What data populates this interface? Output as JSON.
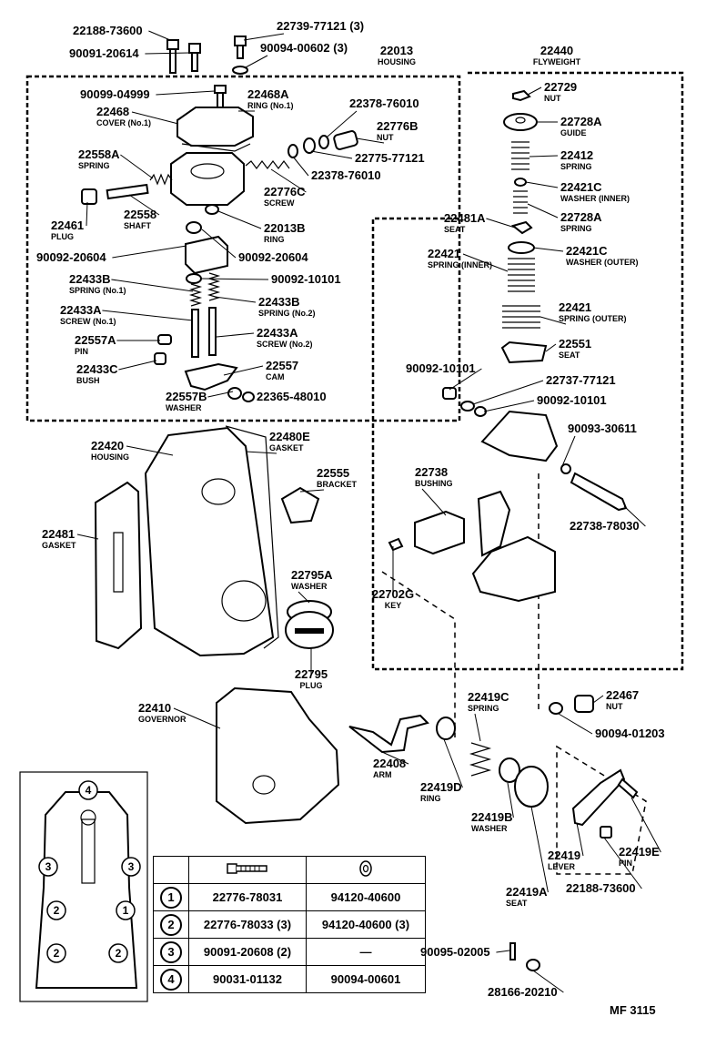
{
  "diagram_code": "MF 3115",
  "labels": [
    {
      "id": "l01",
      "num": "22188-73600",
      "sub": ""
    },
    {
      "id": "l02",
      "num": "90091-20614",
      "sub": ""
    },
    {
      "id": "l03",
      "num": "22739-77121 (3)",
      "sub": ""
    },
    {
      "id": "l04",
      "num": "90094-00602 (3)",
      "sub": ""
    },
    {
      "id": "l05",
      "num": "22013",
      "sub": "HOUSING"
    },
    {
      "id": "l06",
      "num": "22440",
      "sub": "FLYWEIGHT"
    },
    {
      "id": "l07",
      "num": "90099-04999",
      "sub": ""
    },
    {
      "id": "l08",
      "num": "22468A",
      "sub": "RING (No.1)"
    },
    {
      "id": "l09",
      "num": "22468",
      "sub": "COVER (No.1)"
    },
    {
      "id": "l10",
      "num": "22378-76010",
      "sub": ""
    },
    {
      "id": "l11",
      "num": "22776B",
      "sub": "NUT"
    },
    {
      "id": "l12",
      "num": "22775-77121",
      "sub": ""
    },
    {
      "id": "l13",
      "num": "22558A",
      "sub": "SPRING"
    },
    {
      "id": "l14",
      "num": "22378-76010",
      "sub": ""
    },
    {
      "id": "l15",
      "num": "22776C",
      "sub": "SCREW"
    },
    {
      "id": "l16",
      "num": "22461",
      "sub": "PLUG"
    },
    {
      "id": "l17",
      "num": "22558",
      "sub": "SHAFT"
    },
    {
      "id": "l18",
      "num": "22013B",
      "sub": "RING"
    },
    {
      "id": "l19",
      "num": "90092-20604",
      "sub": ""
    },
    {
      "id": "l20",
      "num": "90092-20604",
      "sub": ""
    },
    {
      "id": "l21",
      "num": "90092-10101",
      "sub": ""
    },
    {
      "id": "l22",
      "num": "22433B",
      "sub": "SPRING (No.1)"
    },
    {
      "id": "l23",
      "num": "22433B",
      "sub": "SPRING (No.2)"
    },
    {
      "id": "l24",
      "num": "22433A",
      "sub": "SCREW (No.1)"
    },
    {
      "id": "l25",
      "num": "22433A",
      "sub": "SCREW (No.2)"
    },
    {
      "id": "l26",
      "num": "22557A",
      "sub": "PIN"
    },
    {
      "id": "l27",
      "num": "22433C",
      "sub": "BUSH"
    },
    {
      "id": "l28",
      "num": "22557",
      "sub": "CAM"
    },
    {
      "id": "l29",
      "num": "22557B",
      "sub": "WASHER"
    },
    {
      "id": "l30",
      "num": "22365-48010",
      "sub": ""
    },
    {
      "id": "l31",
      "num": "22729",
      "sub": "NUT"
    },
    {
      "id": "l32",
      "num": "22728A",
      "sub": "GUIDE"
    },
    {
      "id": "l33",
      "num": "22412",
      "sub": "SPRING"
    },
    {
      "id": "l34",
      "num": "22421C",
      "sub": "WASHER (INNER)"
    },
    {
      "id": "l35",
      "num": "22481A",
      "sub": "SEAT"
    },
    {
      "id": "l36",
      "num": "22728A",
      "sub": "SPRING"
    },
    {
      "id": "l37",
      "num": "22421",
      "sub": "SPRING (INNER)"
    },
    {
      "id": "l38",
      "num": "22421C",
      "sub": "WASHER (OUTER)"
    },
    {
      "id": "l39",
      "num": "22421",
      "sub": "SPRING (OUTER)"
    },
    {
      "id": "l40",
      "num": "22551",
      "sub": "SEAT"
    },
    {
      "id": "l41",
      "num": "90092-10101",
      "sub": ""
    },
    {
      "id": "l42",
      "num": "22737-77121",
      "sub": ""
    },
    {
      "id": "l43",
      "num": "90092-10101",
      "sub": ""
    },
    {
      "id": "l44",
      "num": "90093-30611",
      "sub": ""
    },
    {
      "id": "l45",
      "num": "22420",
      "sub": "HOUSING"
    },
    {
      "id": "l46",
      "num": "22480E",
      "sub": "GASKET"
    },
    {
      "id": "l47",
      "num": "22555",
      "sub": "BRACKET"
    },
    {
      "id": "l48",
      "num": "22738",
      "sub": "BUSHING"
    },
    {
      "id": "l49",
      "num": "22738-78030",
      "sub": ""
    },
    {
      "id": "l50",
      "num": "22481",
      "sub": "GASKET"
    },
    {
      "id": "l51",
      "num": "22702G",
      "sub": "KEY"
    },
    {
      "id": "l52",
      "num": "22795A",
      "sub": "WASHER"
    },
    {
      "id": "l53",
      "num": "22795",
      "sub": "PLUG"
    },
    {
      "id": "l54",
      "num": "22410",
      "sub": "GOVERNOR"
    },
    {
      "id": "l55",
      "num": "22419C",
      "sub": "SPRING"
    },
    {
      "id": "l56",
      "num": "22467",
      "sub": "NUT"
    },
    {
      "id": "l57",
      "num": "90094-01203",
      "sub": ""
    },
    {
      "id": "l58",
      "num": "22408",
      "sub": "ARM"
    },
    {
      "id": "l59",
      "num": "22419D",
      "sub": "RING"
    },
    {
      "id": "l60",
      "num": "22419B",
      "sub": "WASHER"
    },
    {
      "id": "l61",
      "num": "22419",
      "sub": "LEVER"
    },
    {
      "id": "l62",
      "num": "22419E",
      "sub": "PIN"
    },
    {
      "id": "l63",
      "num": "22188-73600",
      "sub": ""
    },
    {
      "id": "l64",
      "num": "22419A",
      "sub": "SEAT"
    },
    {
      "id": "l65",
      "num": "90095-02005",
      "sub": ""
    },
    {
      "id": "l66",
      "num": "28166-20210",
      "sub": ""
    }
  ],
  "inset_markers": [
    "4",
    "3",
    "3",
    "2",
    "1",
    "2",
    "2"
  ],
  "table": {
    "rows": [
      {
        "key": "1",
        "c1": "22776-78031",
        "c2": "94120-40600"
      },
      {
        "key": "2",
        "c1": "22776-78033 (3)",
        "c2": "94120-40600 (3)"
      },
      {
        "key": "3",
        "c1": "90091-20608 (2)",
        "c2": "—"
      },
      {
        "key": "4",
        "c1": "90031-01132",
        "c2": "90094-00601"
      }
    ]
  }
}
